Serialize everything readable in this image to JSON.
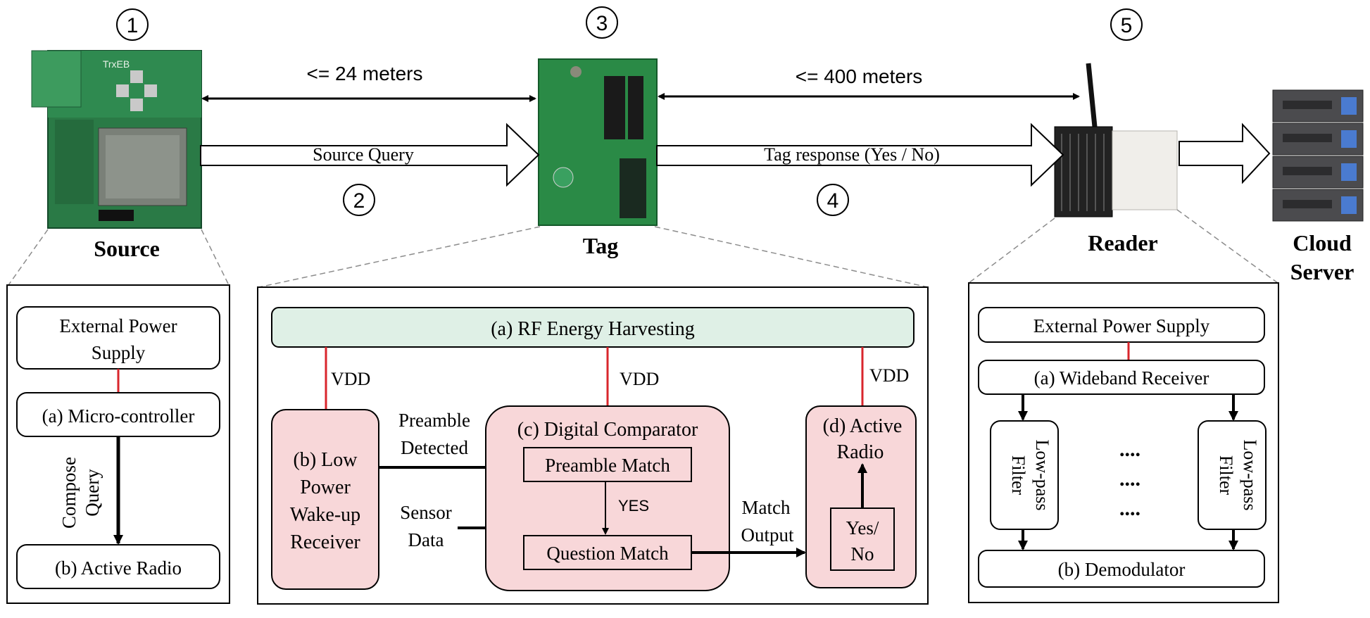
{
  "steps": {
    "s1": "1",
    "s2": "2",
    "s3": "3",
    "s4": "4",
    "s5": "5"
  },
  "top": {
    "dist_source_tag": "<= 24 meters",
    "dist_tag_reader": "<= 400 meters",
    "arrow_source_query": "Source Query",
    "arrow_tag_response": "Tag response (Yes / No)"
  },
  "devices": {
    "source_label": "Source",
    "tag_label": "Tag",
    "reader_label": "Reader",
    "cloud_label_1": "Cloud",
    "cloud_label_2": "Server",
    "source_board_text": "TrxEB"
  },
  "source_panel": {
    "power_1": "External Power",
    "power_2": "Supply",
    "mcu": "(a) Micro-controller",
    "compose_1": "Compose",
    "compose_2": "Query",
    "radio": "(b) Active Radio"
  },
  "tag_panel": {
    "harvesting": "(a) RF Energy Harvesting",
    "vdd": "VDD",
    "wakeup_1": "(b) Low",
    "wakeup_2": "Power",
    "wakeup_3": "Wake-up",
    "wakeup_4": "Receiver",
    "preamble_det_1": "Preamble",
    "preamble_det_2": "Detected",
    "sensor_1": "Sensor",
    "sensor_2": "Data",
    "comparator": "(c) Digital Comparator",
    "preamble_match": "Preamble Match",
    "yes": "YES",
    "question_match": "Question Match",
    "match_out_1": "Match",
    "match_out_2": "Output",
    "active_1": "(d) Active",
    "active_2": "Radio",
    "yesno_1": "Yes/",
    "yesno_2": "No"
  },
  "reader_panel": {
    "power": "External Power Supply",
    "wideband": "(a) Wideband Receiver",
    "lpf_1": "Low-pass",
    "lpf_2": "Filter",
    "dots": "....",
    "demod": "(b) Demodulator"
  },
  "colors": {
    "harvest_fill": "#dff0e6",
    "pink_fill": "#f8d7d9",
    "red_line": "#d9262c",
    "pcb_green": "#1e6b3a",
    "dashed_gray": "#8c8c8c"
  }
}
